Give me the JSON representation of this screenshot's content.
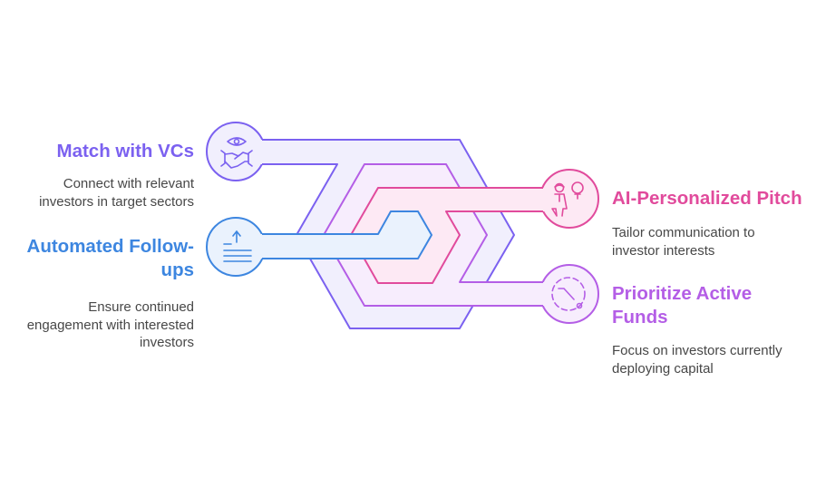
{
  "colors": {
    "vcs": "#7b61f0",
    "followups": "#3d86e0",
    "pitch": "#e14b9c",
    "funds": "#b45ee6"
  },
  "items": [
    {
      "id": "vcs",
      "title": "Match with VCs",
      "description_lines": [
        "Connect with relevant",
        "investors in target sectors"
      ],
      "icon": "eye-handshake-icon"
    },
    {
      "id": "followups",
      "title_lines": [
        "Automated Follow-",
        "ups"
      ],
      "description_lines": [
        "Ensure continued",
        "engagement with interested",
        "investors"
      ],
      "icon": "upload-lines-icon"
    },
    {
      "id": "pitch",
      "title": "AI-Personalized Pitch",
      "description_lines": [
        "Tailor communication to",
        "investor interests"
      ],
      "icon": "person-lightbulb-icon"
    },
    {
      "id": "funds",
      "title_lines": [
        "Prioritize Active",
        "Funds"
      ],
      "description_lines": [
        "Focus on investors currently",
        "deploying capital"
      ],
      "icon": "dashed-clock-icon"
    }
  ]
}
